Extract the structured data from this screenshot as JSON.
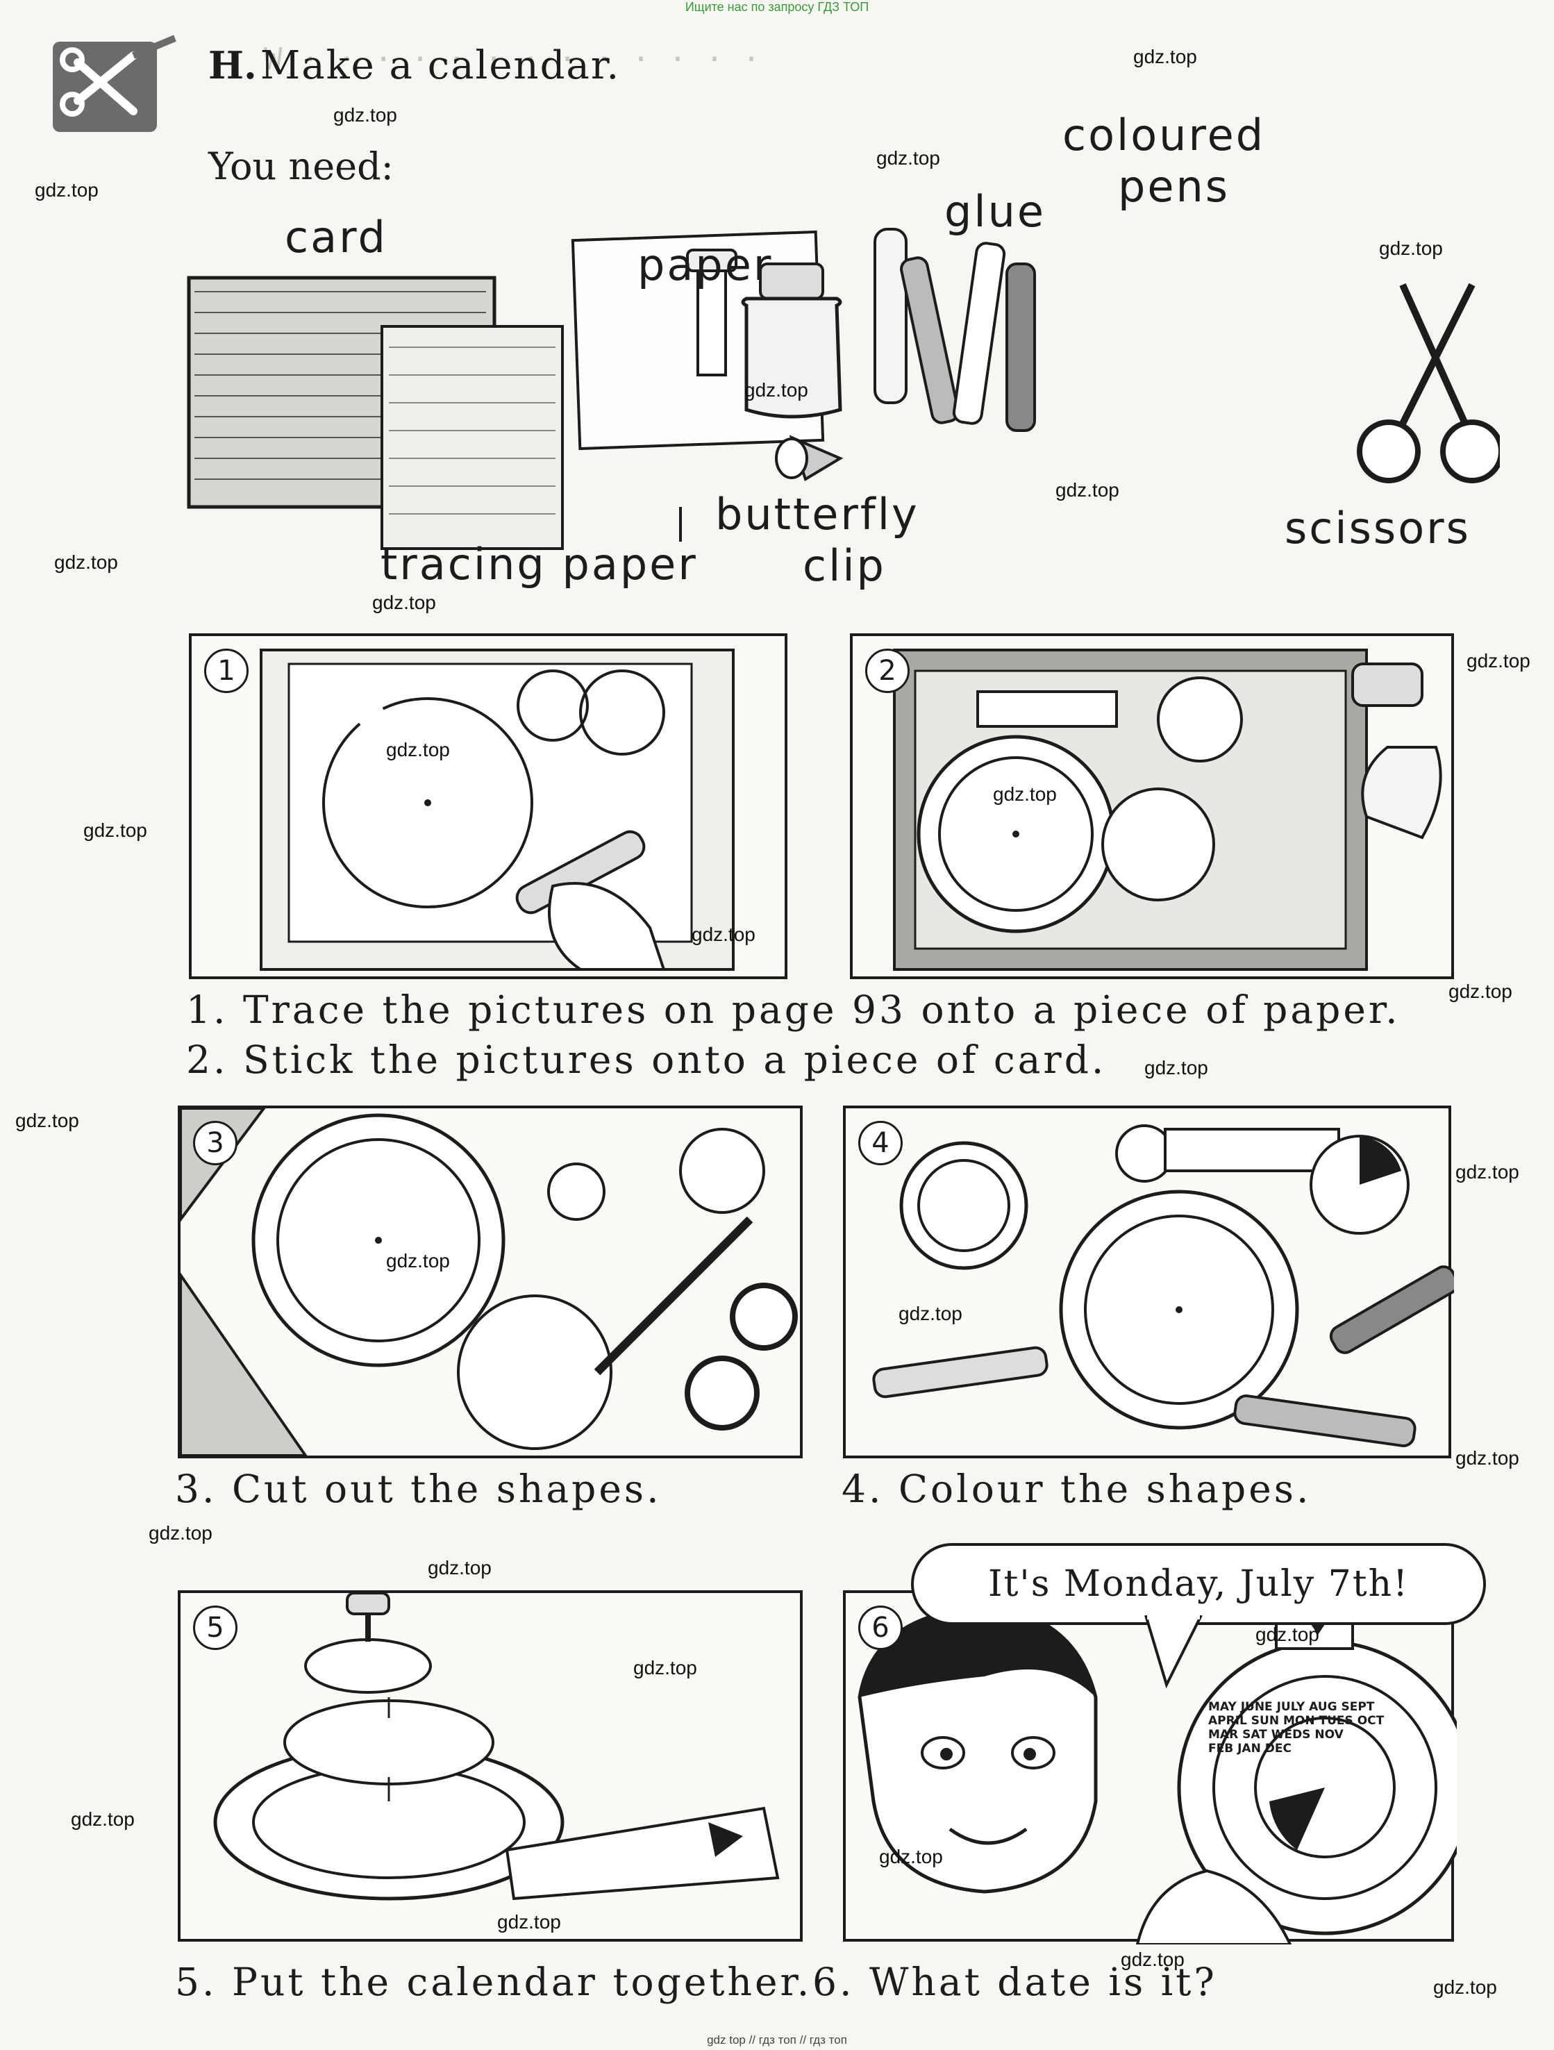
{
  "header_note": "Ищите нас по запросу ГДЗ ТОП",
  "footer_note": "gdz top  //  гдз топ  //  гдз топ",
  "task": {
    "letter": "H.",
    "title": "Make a calendar.",
    "need": "You need:"
  },
  "materials": {
    "card": "card",
    "paper": "paper",
    "glue": "glue",
    "coloured": "coloured",
    "pens": "pens",
    "butterfly": "butterfly",
    "clip": "clip",
    "tracing_paper": "tracing paper",
    "scissors": "scissors"
  },
  "panels": {
    "p1": "1",
    "p2": "2",
    "p3": "3",
    "p4": "4",
    "p5": "5",
    "p6": "6"
  },
  "steps": {
    "s1": "1. Trace the pictures on page 93 onto a piece of paper.",
    "s2": "2. Stick the pictures onto a piece of card.",
    "s3": "3. Cut out the shapes.",
    "s4": "4. Colour the shapes.",
    "s5": "5. Put the calendar together.",
    "s6": "6. What date is it?"
  },
  "speech": "It's Monday, July 7th!",
  "calendar_labels": {
    "months": [
      "MAY",
      "JUNE",
      "JULY",
      "AUG",
      "SEPT",
      "OCT",
      "APRIL",
      "MAR",
      "FEB",
      "JAN",
      "DEC",
      "NOV"
    ],
    "days": [
      "SUN",
      "MON",
      "TUES",
      "WEDS",
      "SAT"
    ]
  },
  "watermark": "gdz.top"
}
